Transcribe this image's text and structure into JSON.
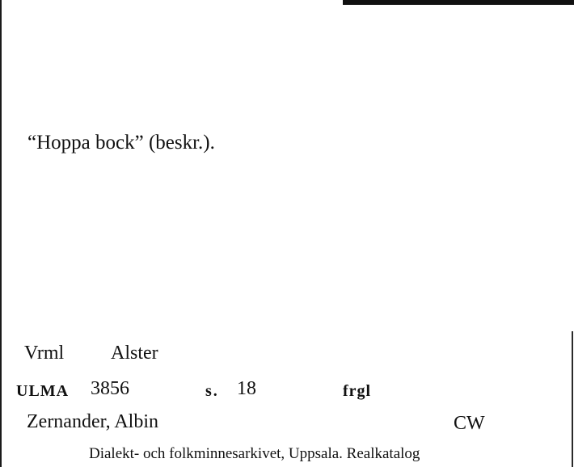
{
  "card": {
    "title": "“Hoppa bock” (beskr.).",
    "region": "Vrml",
    "genre": "Alster",
    "archive": "ULMA",
    "accession_number": "3856",
    "page_prefix": "s.",
    "page_number": "18",
    "type": "frgl",
    "author": "Zernander, Albin",
    "initials": "CW",
    "footer": "Dialekt- och folkminnesarkivet, Uppsala. Realkatalog"
  }
}
